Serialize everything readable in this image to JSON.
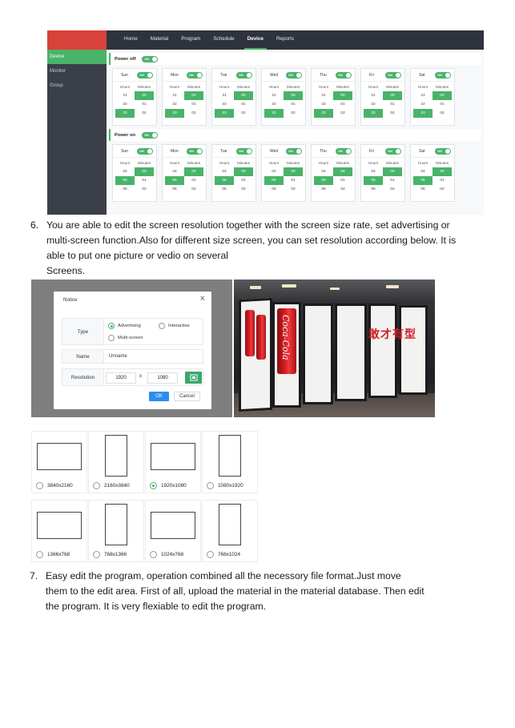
{
  "schedule": {
    "nav": [
      "Home",
      "Material",
      "Program",
      "Schedule",
      "Device",
      "Reports"
    ],
    "nav_active": "Device",
    "sidebar": [
      "Device",
      "Monitor",
      "Group"
    ],
    "sidebar_active": "Device",
    "toggle_label": "ON",
    "hours_label": "Hours",
    "minutes_label": "Minutes",
    "power_off": {
      "title": "Power off",
      "days": [
        "Sun",
        "Mon",
        "Tue",
        "Wed",
        "Thu",
        "Fri",
        "Sat"
      ],
      "hours": [
        "21",
        "22",
        "23"
      ],
      "minutes": [
        "00",
        "01",
        "02"
      ],
      "selected_hour": "23",
      "selected_minute": "00"
    },
    "power_on": {
      "title": "Power on",
      "days": [
        "Sun",
        "Mon",
        "Tue",
        "Wed",
        "Thu",
        "Fri",
        "Sat"
      ],
      "hours": [
        "04",
        "05",
        "06"
      ],
      "minutes": [
        "00",
        "01",
        "02"
      ],
      "selected_hour": "05",
      "selected_minute": "00"
    }
  },
  "para6": {
    "number": "6.",
    "lines": [
      "You are able to edit the screen resolution together with the screen size rate, set advertising or",
      "multi-screen function.Also for different size screen, you can set resolution according below. It is",
      "able to put one picture or vedio on several",
      "Screens."
    ]
  },
  "notice": {
    "title": "Notice",
    "close": "×",
    "type_label": "Type",
    "options": [
      "Advertising",
      "Interactive",
      "Multi-screen"
    ],
    "selected_option": "Advertising",
    "name_label": "Name",
    "name_value": "Unname",
    "resolution_label": "Resolution",
    "width": "1920",
    "times": "x",
    "height": "1080",
    "ok": "OK",
    "cancel": "Cancel"
  },
  "resolutions": {
    "items": [
      "3840x2160",
      "2160x3840",
      "1920x1080",
      "1080x1920",
      "1366x768",
      "768x1366",
      "1024x768",
      "768x1024"
    ],
    "selected": "1920x1080"
  },
  "para7": {
    "number": "7.",
    "lines": [
      "Easy edit the program, operation combined all the necessory file format.Just move",
      "them to the edit area. First of all, upload the material in the material database. Then edit",
      "the program. It is very flexiable to edit the program."
    ]
  },
  "colors": {
    "accent_green": "#49b36a",
    "logo_red": "#d8423a",
    "topbar": "#2f333d",
    "sidebar": "#3b3f4a",
    "ok_blue": "#2d8cf0"
  }
}
